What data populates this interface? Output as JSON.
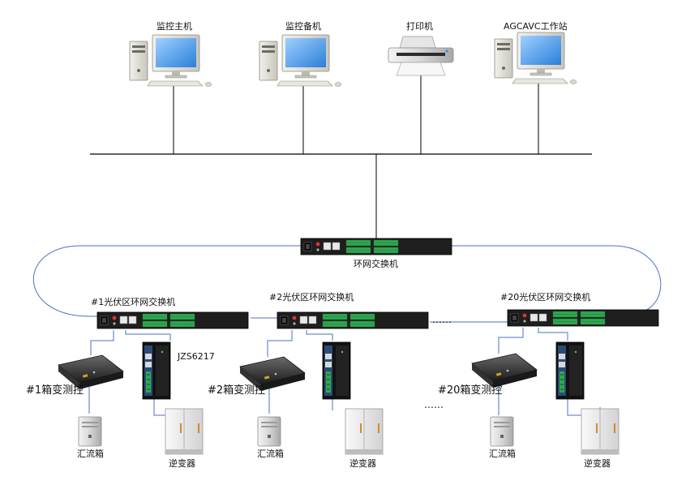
{
  "top_devices": {
    "monitor_main": "监控主机",
    "monitor_backup": "监控备机",
    "printer": "打印机",
    "agc_station": "AGCAVC工作站"
  },
  "core_switch": {
    "label": "环网交换机"
  },
  "zone_switches": [
    {
      "label": "#1光伏区环网交换机"
    },
    {
      "label": "#2光伏区环网交换机"
    },
    {
      "label": "#20光伏区环网交换机"
    }
  ],
  "ellipsis": {
    "between_switches": "……",
    "between_groups": "……"
  },
  "field_groups": [
    {
      "box_label": "#1箱变测控",
      "combiner": "汇流箱",
      "inverter": "逆变器",
      "controller_model": "JZS6217"
    },
    {
      "box_label": "#2箱变测控",
      "combiner": "汇流箱",
      "inverter": "逆变器"
    },
    {
      "box_label": "#20箱变测控",
      "combiner": "汇流箱",
      "inverter": "逆变器"
    }
  ],
  "colors": {
    "bus_line": "#000000",
    "ring_line": "#4a72c4",
    "switch_body": "#1e1e1e",
    "port_green": "#2fa84f"
  }
}
